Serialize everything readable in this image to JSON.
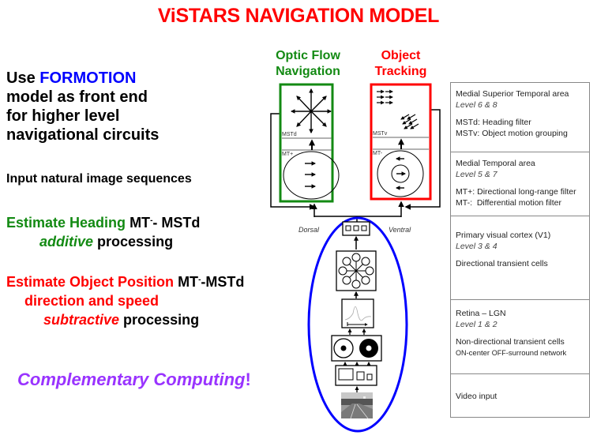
{
  "title": "ViSTARS NAVIGATION MODEL",
  "left": {
    "intro": {
      "use": "Use",
      "formotion": "FORMOTION",
      "line2": "model as front end",
      "line3": "for higher level",
      "line4": "navigational circuits"
    },
    "input": "Input natural image sequences",
    "heading": {
      "label": "Estimate Heading",
      "mt": "MT",
      "sup": "-",
      "rest": "- MSTd",
      "additive": "additive",
      "processing": " processing"
    },
    "object": {
      "label": "Estimate Object Position",
      "mt": "MT",
      "sup": "-",
      "rest": "-MSTd",
      "line2": "direction and speed",
      "subtractive": "subtractive",
      "processing": " processing"
    },
    "complementary": "Complementary Computing",
    "exclaim": "!"
  },
  "diagram": {
    "optic_flow_title_1": "Optic Flow",
    "optic_flow_title_2": "Navigation",
    "object_tracking_title_1": "Object",
    "object_tracking_title_2": "Tracking",
    "mstd_label": "MSTd",
    "mtplus_label": "MT+",
    "mstv_label": "MSTv",
    "mtminus_label": "MT-",
    "dorsal": "Dorsal",
    "ventral": "Ventral",
    "colors": {
      "green": "#138a13",
      "red": "#ff0000",
      "blue": "#0000ff"
    }
  },
  "panel": {
    "sections": [
      {
        "title": "Medial Superior Temporal area",
        "level": "Level 6 & 8",
        "lines": [
          "MSTd: Heading filter",
          "MSTv: Object motion grouping"
        ]
      },
      {
        "title": "Medial Temporal area",
        "level": "Level 5 & 7",
        "lines": [
          "MT+: Directional long-range filter",
          "MT-:  Differential motion filter"
        ]
      },
      {
        "title": "Primary visual cortex (V1)",
        "level": "Level 3 & 4",
        "lines": [
          "Directional transient cells"
        ]
      },
      {
        "title": "Retina – LGN",
        "level": "Level 1 & 2",
        "lines": [
          "Non-directional transient cells"
        ],
        "small_line": {
          "on": "ON",
          "center": "-center ",
          "off": "OFF",
          "surround": "-surround network"
        }
      },
      {
        "title": "Video input",
        "level": "",
        "lines": []
      }
    ]
  }
}
